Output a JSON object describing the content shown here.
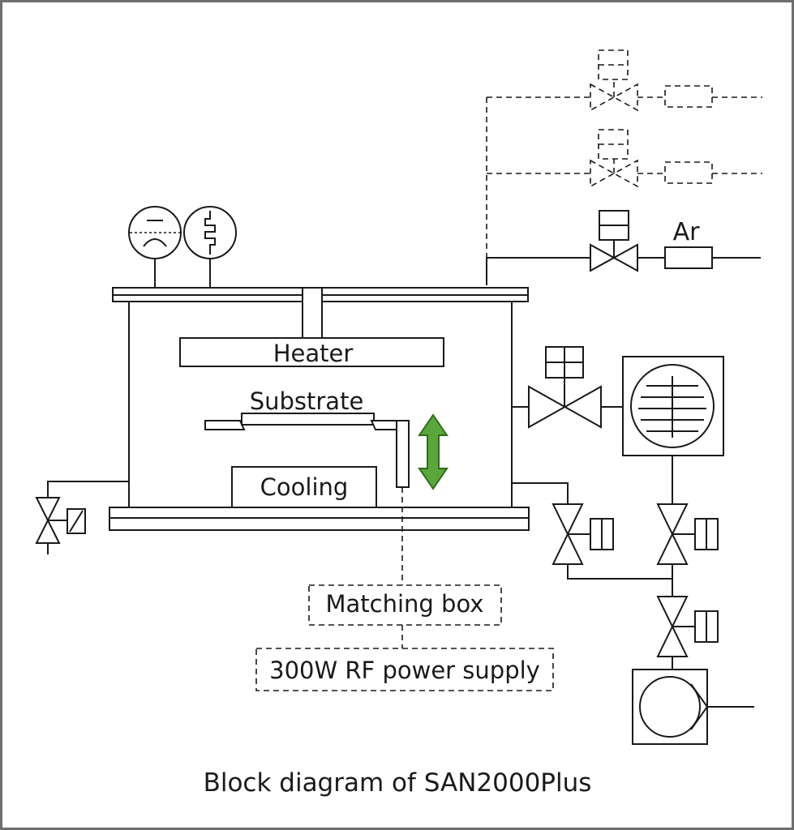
{
  "diagram": {
    "labels": {
      "heater": "Heater",
      "substrate": "Substrate",
      "cooling": "Cooling",
      "matching_box": "Matching box",
      "rf_power_supply": "300W RF power supply",
      "gas": "Ar"
    },
    "caption": "Block diagram of SAN2000Plus",
    "colors": {
      "line": "#1a1a1a",
      "frame": "#6f6f6f",
      "lift_arrow": "#5aa63a",
      "lift_arrow_outline": "#2f6b1e"
    },
    "icons": [
      "pressure-gauge-icon",
      "vacuum-gauge-icon",
      "valve-icon",
      "solenoid-actuator-icon",
      "turbo-pump-icon",
      "rotary-pump-icon",
      "up-down-arrow-icon"
    ]
  }
}
